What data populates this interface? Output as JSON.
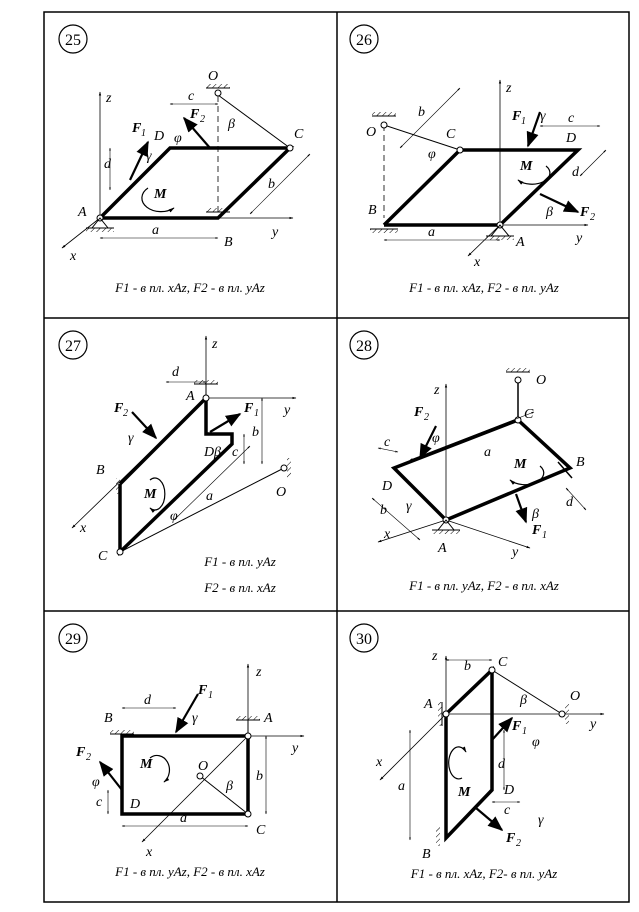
{
  "panels": [
    {
      "number": "25",
      "caption": "F1 - в пл. xAz,  F2 - в пл. yAz",
      "labels": {
        "A": "A",
        "B": "B",
        "C": "C",
        "D": "D",
        "O": "O",
        "M": "M",
        "a": "a",
        "b": "b",
        "c": "c",
        "d": "d",
        "x": "x",
        "y": "y",
        "z": "z",
        "F1": "F",
        "F2": "F",
        "s1": "1",
        "s2": "2",
        "gamma": "γ",
        "phi": "φ",
        "beta": "β"
      }
    },
    {
      "number": "26",
      "caption": "F1 - в пл. xAz,  F2 - в пл. yAz",
      "labels": {
        "A": "A",
        "B": "B",
        "C": "C",
        "D": "D",
        "O": "O",
        "M": "M",
        "a": "a",
        "b": "b",
        "c": "c",
        "d": "d",
        "x": "x",
        "y": "y",
        "z": "z",
        "F1": "F",
        "F2": "F",
        "s1": "1",
        "s2": "2",
        "gamma": "γ",
        "phi": "φ",
        "beta": "β"
      }
    },
    {
      "number": "27",
      "caption": "F1 - в пл. yAz",
      "caption2": "F2 - в пл. xAz",
      "labels": {
        "A": "A",
        "B": "B",
        "C": "C",
        "D": "D",
        "O": "O",
        "M": "M",
        "a": "a",
        "b": "b",
        "c": "c",
        "d": "d",
        "x": "x",
        "y": "y",
        "z": "z",
        "F1": "F",
        "F2": "F",
        "s1": "1",
        "s2": "2",
        "gamma": "γ",
        "phi": "φ",
        "beta": "β"
      }
    },
    {
      "number": "28",
      "caption": "F1 - в пл. yAz,  F2 - в пл. xAz",
      "labels": {
        "A": "A",
        "B": "B",
        "C": "C",
        "D": "D",
        "O": "O",
        "M": "M",
        "a": "a",
        "b": "b",
        "c": "c",
        "d": "d",
        "x": "x",
        "y": "y",
        "z": "z",
        "F1": "F",
        "F2": "F",
        "s1": "1",
        "s2": "2",
        "gamma": "γ",
        "phi": "φ",
        "beta": "β"
      }
    },
    {
      "number": "29",
      "caption": "F1 - в пл. yAz,    F2 - в пл. xAz",
      "labels": {
        "A": "A",
        "B": "B",
        "C": "C",
        "D": "D",
        "O": "O",
        "M": "M",
        "a": "a",
        "b": "b",
        "c": "c",
        "d": "d",
        "x": "x",
        "y": "y",
        "z": "z",
        "F1": "F",
        "F2": "F",
        "s1": "1",
        "s2": "2",
        "gamma": "γ",
        "phi": "φ",
        "beta": "β"
      }
    },
    {
      "number": "30",
      "caption": "F1 - в пл. xAz,  F2- в пл. yAz",
      "labels": {
        "A": "A",
        "B": "B",
        "C": "C",
        "D": "D",
        "O": "O",
        "M": "M",
        "a": "a",
        "b": "b",
        "c": "c",
        "d": "d",
        "x": "x",
        "y": "y",
        "z": "z",
        "F1": "F",
        "F2": "F",
        "s1": "1",
        "s2": "2",
        "gamma": "γ",
        "phi": "φ",
        "beta": "β"
      }
    }
  ]
}
